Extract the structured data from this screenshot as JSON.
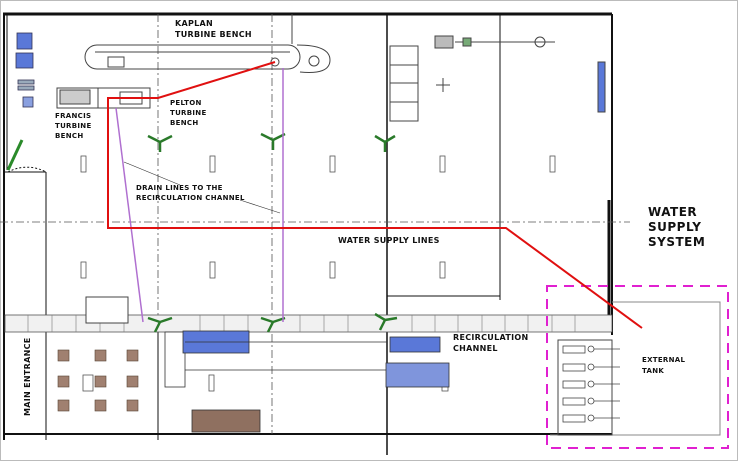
{
  "diagram": {
    "labels": {
      "kaplan": "KAPLAN\nTURBINE BENCH",
      "francis": "FRANCIS\nTURBINE\nBENCH",
      "pelton": "PELTON\nTURBINE\nBENCH",
      "drain": "DRAIN LINES TO THE\nRECIRCULATION CHANNEL",
      "water_supply_lines": "WATER SUPPLY LINES",
      "recirculation": "RECIRCULATION\nCHANNEL",
      "external_tank": "EXTERNAL\nTANK",
      "water_supply_system": "WATER\nSUPPLY\nSYSTEM",
      "main_entrance": "MAIN ENTRANCE"
    },
    "colors": {
      "supply_line": "#e01010",
      "drain_line": "#b070d0",
      "tank_boundary": "#e020d0",
      "equipment_blue": "#5a78d8",
      "fan_green": "#2a7a2a"
    }
  }
}
